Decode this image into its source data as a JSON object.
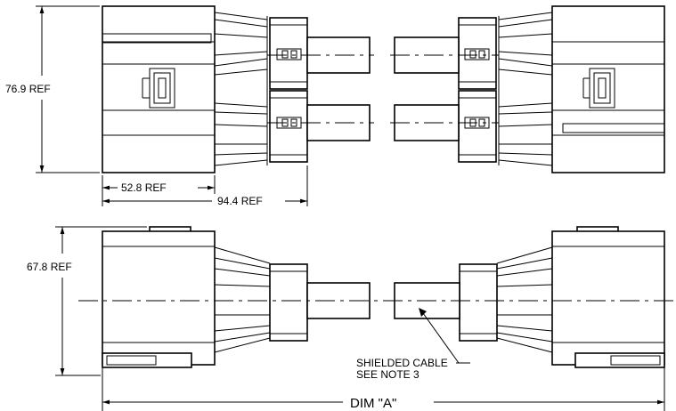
{
  "dimensions": {
    "height_top": "76.9 REF",
    "width_short": "52.8 REF",
    "width_long": "94.4 REF",
    "height_bottom": "67.8 REF",
    "overall": "DIM \"A\""
  },
  "note": {
    "line1": "SHIELDED CABLE",
    "line2": "SEE NOTE 3"
  }
}
